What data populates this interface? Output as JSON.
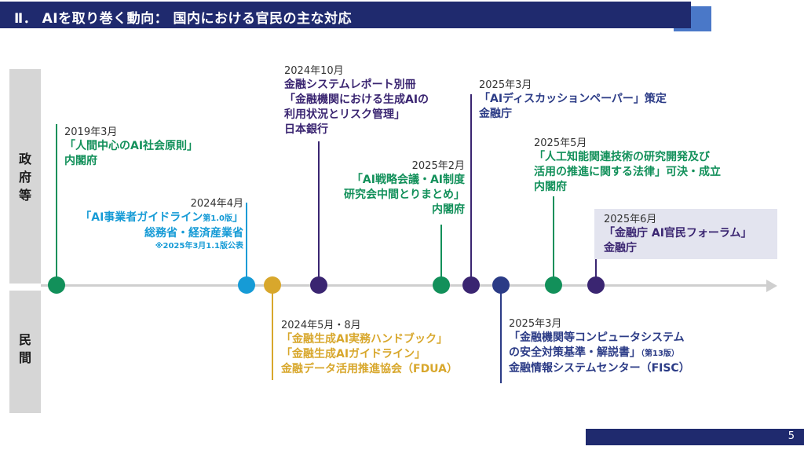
{
  "header": {
    "title": "Ⅱ．  AIを取り巻く動向：  国内における官民の主な対応"
  },
  "sidebar": {
    "government": [
      "政",
      "府",
      "等"
    ],
    "private": [
      "民",
      "間"
    ]
  },
  "colors": {
    "green": "#12905a",
    "light_blue": "#169bd6",
    "gold": "#d8a72c",
    "purple": "#3a2571",
    "navy": "#2b3b86",
    "header_bg": "#1f2a6e"
  },
  "events": {
    "e2019_03": {
      "date": "2019年3月",
      "lines": [
        "「人間中心のAI社会原則」",
        "内閣府"
      ]
    },
    "e2024_04": {
      "date": "2024年4月",
      "title_main": "「AI事業者ガイドライン",
      "title_small": "第1.0版",
      "title_end": "」",
      "org": "総務省・経済産業省",
      "note": "※2025年3月1.1版公表"
    },
    "e2024_05": {
      "date": "2024年5月・8月",
      "lines": [
        "「金融生成AI実務ハンドブック」",
        "「金融生成AIガイドライン」",
        "金融データ活用推進協会（FDUA）"
      ]
    },
    "e2024_10": {
      "date": "2024年10月",
      "lines": [
        "金融システムレポート別冊",
        "「金融機関における生成AIの",
        "利用状況とリスク管理」",
        "日本銀行"
      ]
    },
    "e2025_02": {
      "date": "2025年2月",
      "lines": [
        "「AI戦略会議・AI制度",
        "研究会中間とりまとめ」",
        "内閣府"
      ]
    },
    "e2025_03a": {
      "date": "2025年3月",
      "lines": [
        "「AIディスカッションペーパー」策定",
        "金融庁"
      ]
    },
    "e2025_03b": {
      "date": "2025年3月",
      "line1": "「金融機関等コンピュータシステム",
      "line2_main": "の安全対策基準・解説書」",
      "line2_small": "（第13版）",
      "line3": "金融情報システムセンター（FISC）"
    },
    "e2025_05": {
      "date": "2025年5月",
      "lines": [
        "「人工知能関連技術の研究開発及び",
        "活用の推進に関する法律」可決・成立",
        "内閣府"
      ]
    },
    "e2025_06": {
      "date": "2025年6月",
      "lines": [
        "「金融庁 AI官民フォーラム」",
        "金融庁"
      ]
    }
  },
  "footer": {
    "page_number": "5"
  }
}
